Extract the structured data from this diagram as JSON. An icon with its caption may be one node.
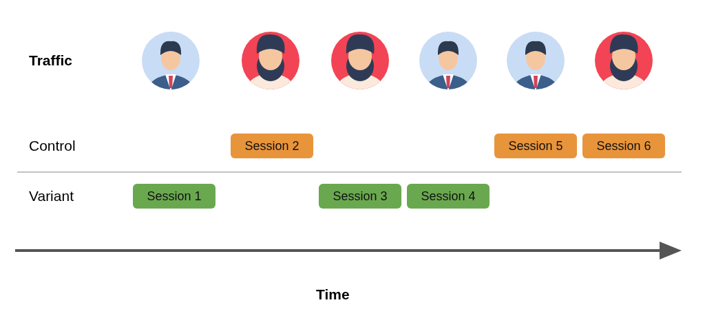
{
  "diagram": {
    "nodes": [
      {
        "text": [
          "Session 1"
        ]
      },
      {
        "text": [
          "Session 2"
        ]
      },
      {
        "text": [
          "Session 3"
        ]
      },
      {
        "text": [
          "Session 4"
        ]
      },
      {
        "text": [
          "Session 5"
        ]
      },
      {
        "text": [
          "Session 6"
        ]
      }
    ],
    "edges": [],
    "labels": [
      "Traffic",
      "Control",
      "Variant",
      "Time"
    ]
  }
}
